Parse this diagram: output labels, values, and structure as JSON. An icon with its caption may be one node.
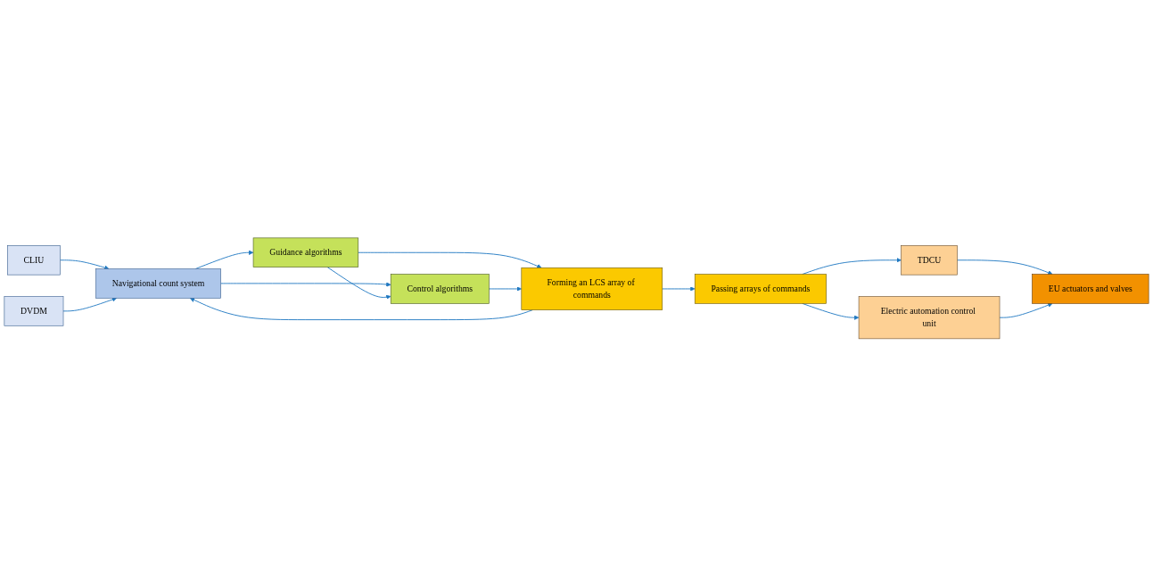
{
  "diagram": {
    "nodes": [
      {
        "text": [
          "CLIU"
        ]
      },
      {
        "text": [
          "DVDM"
        ]
      },
      {
        "text": [
          "Navigational count system"
        ]
      },
      {
        "text": [
          "Guidance algorithms"
        ]
      },
      {
        "text": [
          "Control algorithms"
        ]
      },
      {
        "text": [
          "Forming an LCS array of commands"
        ]
      },
      {
        "text": [
          "EU actuators and valves"
        ]
      },
      {
        "text": [
          "TDCU"
        ]
      },
      {
        "text": [
          "Passing arrays of commands"
        ]
      },
      {
        "text": [
          "Electric automation control unit"
        ]
      }
    ],
    "edges": [
      {
        "from": 0,
        "to": 2,
        "arrow": "to"
      },
      {
        "from": 1,
        "to": 2,
        "arrow": "to"
      },
      {
        "from": 2,
        "to": 3,
        "arrow": "to"
      },
      {
        "from": 2,
        "to": 4,
        "arrow": "to"
      },
      {
        "from": 3,
        "to": 4,
        "arrow": "to"
      },
      {
        "from": 3,
        "to": 5,
        "arrow": "to"
      },
      {
        "from": 4,
        "to": 5,
        "arrow": "to"
      },
      {
        "from": 5,
        "to": 2,
        "arrow": "to"
      },
      {
        "from": 5,
        "to": 8,
        "arrow": "to"
      },
      {
        "from": 8,
        "to": 7,
        "arrow": "to"
      },
      {
        "from": 7,
        "to": 6,
        "arrow": "to"
      },
      {
        "from": 8,
        "to": 9,
        "arrow": "to"
      },
      {
        "from": 9,
        "to": 6,
        "arrow": "to"
      }
    ]
  }
}
